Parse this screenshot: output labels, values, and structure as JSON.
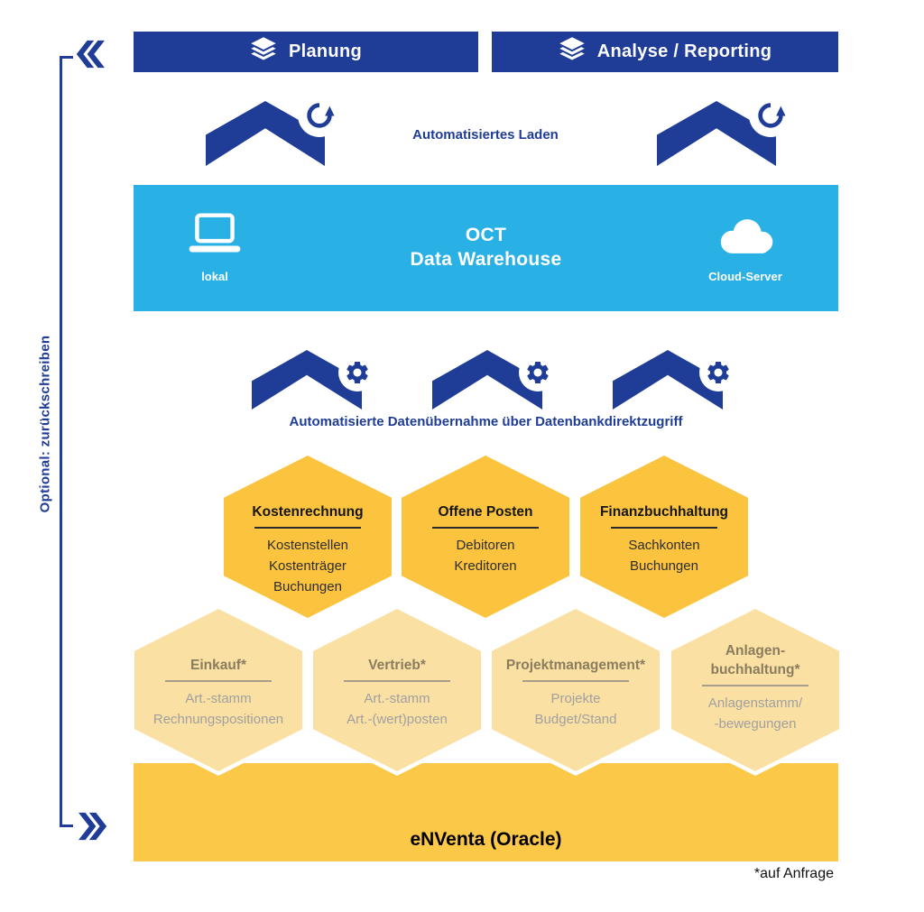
{
  "header": {
    "left_label": "Planung",
    "right_label": "Analyse / Reporting"
  },
  "load": {
    "caption": "Automatisiertes Laden"
  },
  "warehouse": {
    "line1": "OCT",
    "line2": "Data Warehouse",
    "local_label": "lokal",
    "cloud_label": "Cloud-Server"
  },
  "transfer": {
    "caption": "Automatisierte Datenübernahme über Datenbankdirektzugriff"
  },
  "sidebar": {
    "label": "Optional: zurückschreiben"
  },
  "hexes_top": [
    {
      "title": "Kostenrechnung",
      "items": [
        "Kostenstellen",
        "Kostenträger",
        "Buchungen"
      ]
    },
    {
      "title": "Offene Posten",
      "items": [
        "Debitoren",
        "Kreditoren"
      ]
    },
    {
      "title": "Finanzbuchhaltung",
      "items": [
        "Sachkonten",
        "Buchungen"
      ]
    }
  ],
  "hexes_bottom": [
    {
      "title": "Einkauf*",
      "items": [
        "Art.-stamm",
        "Rechnungspositionen"
      ]
    },
    {
      "title": "Vertrieb*",
      "items": [
        "Art.-stamm",
        "Art.-(wert)posten"
      ]
    },
    {
      "title": "Projektmanagement*",
      "items": [
        "Projekte",
        "Budget/Stand"
      ]
    },
    {
      "title": "Anlagen-buchhaltung*",
      "items": [
        "Anlagenstamm/",
        "-bewegungen"
      ]
    }
  ],
  "source": {
    "label": "eNVenta (Oracle)"
  },
  "footnote": {
    "label": "*auf Anfrage"
  },
  "colors": {
    "navy": "#1f3c97",
    "cyan": "#29b0e5",
    "gold": "#fbc33e",
    "gold_light": "#fbe0a3",
    "band": "#fbc847"
  }
}
